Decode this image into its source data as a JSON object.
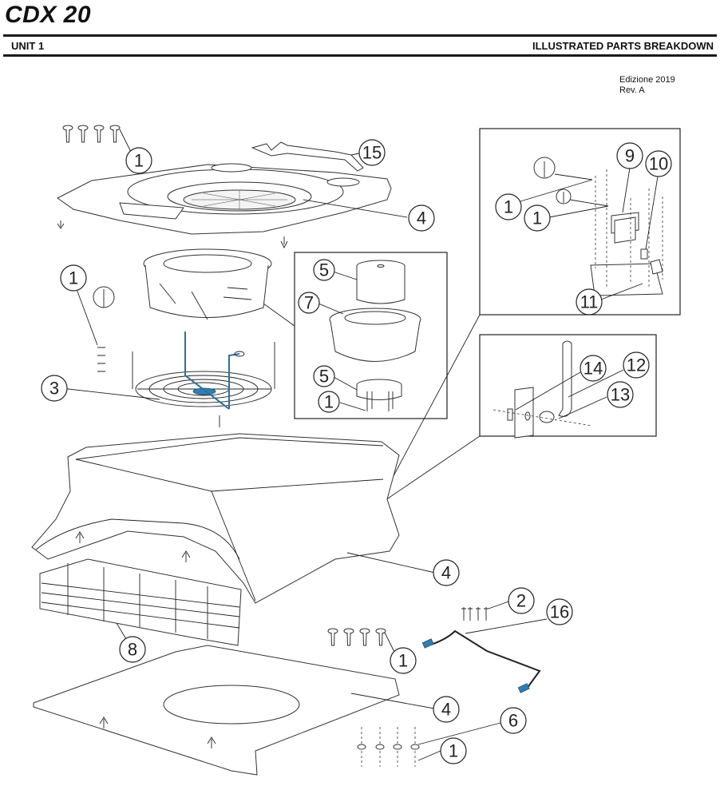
{
  "header": {
    "title": "CDX 20",
    "unit": "UNIT 1",
    "section": "ILLUSTRATED PARTS BREAKDOWN",
    "edition": "Edizione 2019",
    "revision": "Rev. A"
  },
  "callouts": [
    {
      "id": "c-1-top-screws",
      "label": "1"
    },
    {
      "id": "c-15",
      "label": "15"
    },
    {
      "id": "c-4-top-cover",
      "label": "4"
    },
    {
      "id": "c-1-fan-screws",
      "label": "1"
    },
    {
      "id": "c-3",
      "label": "3"
    },
    {
      "id": "c-5-upper",
      "label": "5"
    },
    {
      "id": "c-7",
      "label": "7"
    },
    {
      "id": "c-5-lower",
      "label": "5"
    },
    {
      "id": "c-1-cap-screws",
      "label": "1"
    },
    {
      "id": "c-9",
      "label": "9"
    },
    {
      "id": "c-10",
      "label": "10"
    },
    {
      "id": "c-1-box-a",
      "label": "1"
    },
    {
      "id": "c-1-box-b",
      "label": "1"
    },
    {
      "id": "c-11",
      "label": "11"
    },
    {
      "id": "c-14",
      "label": "14"
    },
    {
      "id": "c-12",
      "label": "12"
    },
    {
      "id": "c-13",
      "label": "13"
    },
    {
      "id": "c-4-housing",
      "label": "4"
    },
    {
      "id": "c-2",
      "label": "2"
    },
    {
      "id": "c-16",
      "label": "16"
    },
    {
      "id": "c-8",
      "label": "8"
    },
    {
      "id": "c-1-bottom-screws",
      "label": "1"
    },
    {
      "id": "c-4-base",
      "label": "4"
    },
    {
      "id": "c-6",
      "label": "6"
    },
    {
      "id": "c-1-base-screws",
      "label": "1"
    }
  ],
  "colors": {
    "accent_blue": "#2f7fb5",
    "line": "#222222"
  }
}
